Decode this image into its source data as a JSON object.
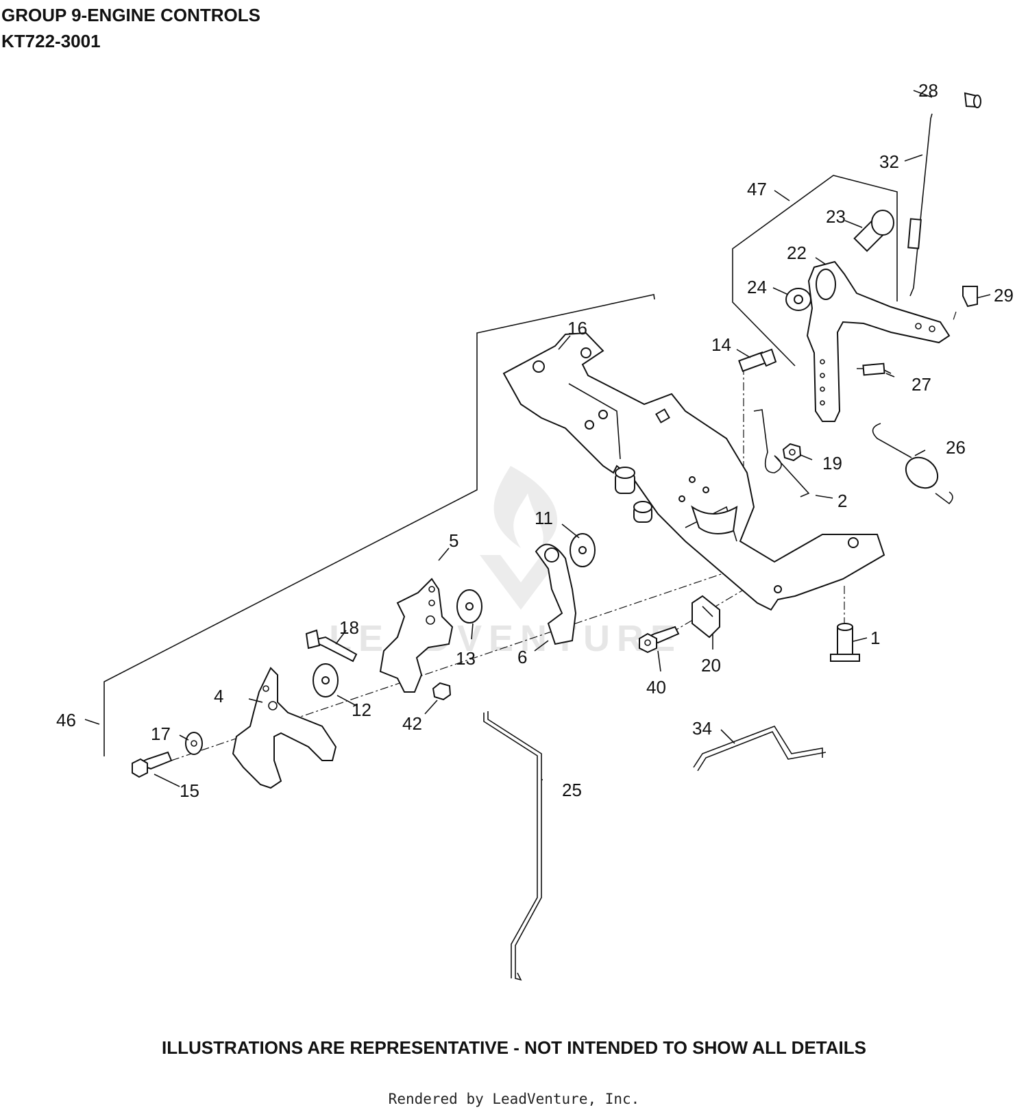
{
  "header": {
    "group_title": "GROUP 9-ENGINE CONTROLS",
    "model_number": "KT722-3001"
  },
  "diagram": {
    "callouts": {
      "c1": "1",
      "c2": "2",
      "c4": "4",
      "c5": "5",
      "c6": "6",
      "c11": "11",
      "c12": "12",
      "c13": "13",
      "c14": "14",
      "c15": "15",
      "c16": "16",
      "c17": "17",
      "c18": "18",
      "c19": "19",
      "c20": "20",
      "c22": "22",
      "c23": "23",
      "c24": "24",
      "c25": "25",
      "c26": "26",
      "c27": "27",
      "c28": "28",
      "c29": "29",
      "c32": "32",
      "c34": "34",
      "c40": "40",
      "c42": "42",
      "c46": "46",
      "c47": "47"
    },
    "watermark_text": "LEADVENTURE"
  },
  "footer": {
    "disclaimer": "ILLUSTRATIONS ARE REPRESENTATIVE - NOT INTENDED TO SHOW ALL DETAILS",
    "rendered_by": "Rendered by LeadVenture, Inc."
  }
}
